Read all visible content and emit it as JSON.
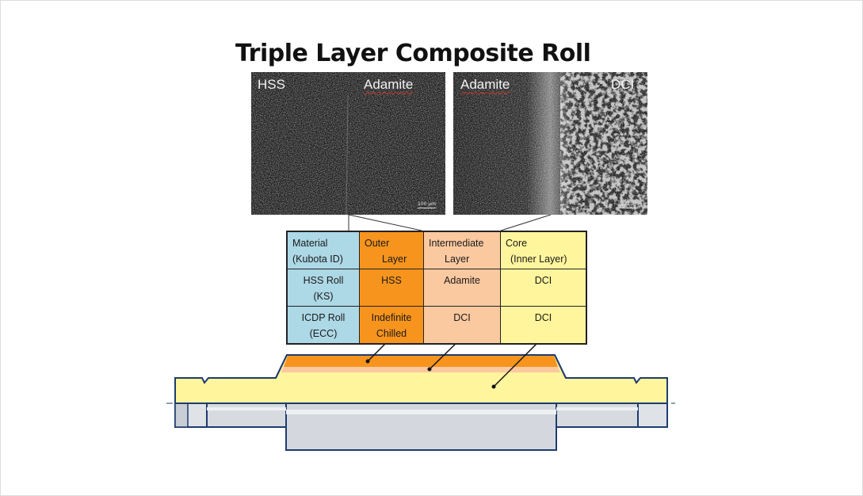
{
  "title": "Triple Layer Composite Roll",
  "micrographs": [
    {
      "left_label": "HSS",
      "right_label": "Adamite",
      "scale": "100 µm"
    },
    {
      "left_label": "Adamite",
      "right_label": "DCI",
      "scale": "100 µm"
    }
  ],
  "table": {
    "header": {
      "material": [
        "Material",
        "(Kubota ID)"
      ],
      "outer": [
        "Outer",
        "Layer"
      ],
      "intermediate": [
        "Intermediate",
        "Layer"
      ],
      "core": [
        "Core",
        "(Inner Layer)"
      ]
    },
    "rows": [
      {
        "material": [
          "HSS Roll",
          "(KS)"
        ],
        "outer": [
          "HSS"
        ],
        "intermediate": [
          "Adamite"
        ],
        "core": [
          "DCI"
        ]
      },
      {
        "material": [
          "ICDP Roll",
          "(ECC)"
        ],
        "outer": [
          "Indefinite",
          "Chilled"
        ],
        "intermediate": [
          "DCI"
        ],
        "core": [
          "DCI"
        ]
      }
    ]
  },
  "colors": {
    "material": "#add8e6",
    "outer": "#f7941d",
    "intermediate": "#fbc9a0",
    "core": "#fff59d",
    "roll_outline": "#1f3b6e"
  }
}
